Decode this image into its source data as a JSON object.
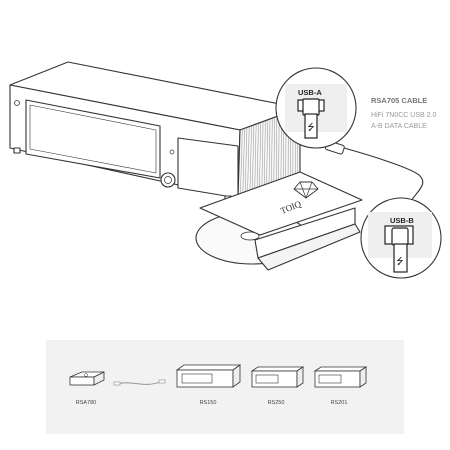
{
  "cable": {
    "title": "RSA705 CABLE",
    "line1": "HiFi 7N0CC USB 2.0",
    "line2": "A-B DATA CABLE"
  },
  "ports": {
    "usb_a": "USB-A",
    "usb_b": "USB-B",
    "usb_symbol": "⭍"
  },
  "logo_text": "TOIQ",
  "products": {
    "rsa780": "RSA780",
    "rs150": "RS150",
    "rs250": "RS250",
    "rs201": "RS201"
  },
  "colors": {
    "line": "#333333",
    "panel": "#f2f2f2",
    "inset": "#eeeeee"
  }
}
